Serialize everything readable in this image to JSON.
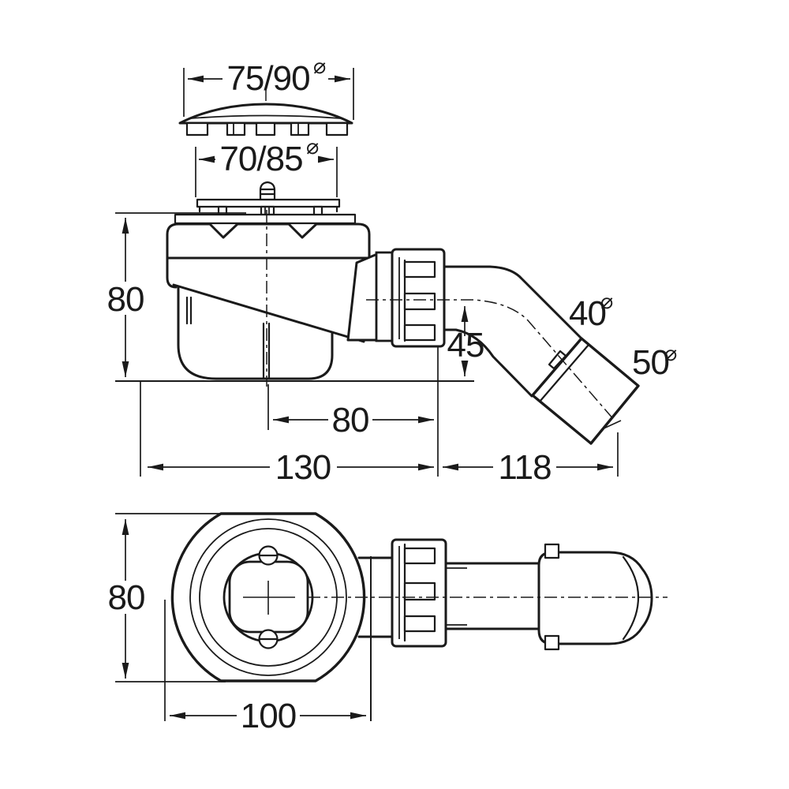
{
  "drawing": {
    "kind": "technical-dimension-drawing",
    "subject": "shower-drain-trap-with-45-degree-outlet",
    "colors": {
      "line": "#1a1a1a",
      "background": "#ffffff"
    },
    "dia_symbol": "⌀",
    "labels": {
      "cover_dia": "75/90",
      "plate_dia": "70/85",
      "trap_height": "80",
      "outlet_drop": "45",
      "outlet_pipe_dia": "40",
      "outlet_socket_dia": "50",
      "center_to_outlet": "80",
      "trap_width": "130",
      "outlet_reach": "118",
      "plan_height": "80",
      "plan_width": "100"
    }
  }
}
